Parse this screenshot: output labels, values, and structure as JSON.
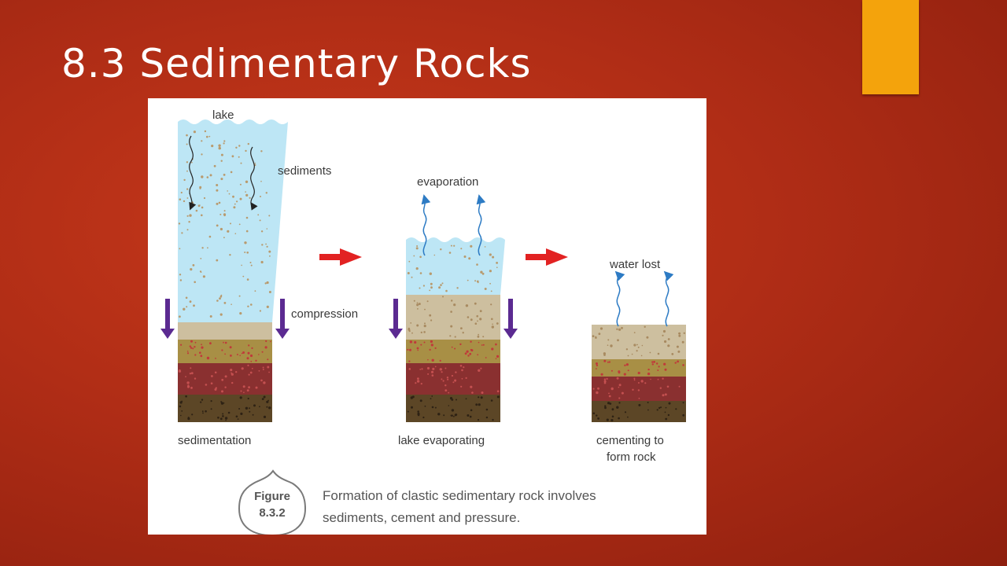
{
  "slide": {
    "title": "8.3 Sedimentary Rocks",
    "accent_color": "#f4a30c"
  },
  "figure": {
    "labels": {
      "lake": "lake",
      "sediments": "sediments",
      "compression": "compression",
      "evaporation": "evaporation",
      "water_lost": "water lost"
    },
    "stages": [
      {
        "caption": [
          "sedimentation"
        ]
      },
      {
        "caption": [
          "lake evaporating"
        ]
      },
      {
        "caption": [
          "cementing to",
          "form rock"
        ]
      }
    ],
    "badge": {
      "line1": "Figure",
      "line2": "8.3.2"
    },
    "caption_lines": [
      "Formation of clastic sedimentary rock involves",
      "sediments, cement and pressure."
    ],
    "colors": {
      "water": "#bde6f5",
      "layer_tan": "#cdbf9f",
      "layer_olive": "#a88f45",
      "layer_red": "#8a3030",
      "layer_brown": "#5c4626",
      "arrow_red": "#e22222",
      "arrow_purple": "#5b2a91",
      "vapor_blue": "#2d7bc4"
    }
  }
}
